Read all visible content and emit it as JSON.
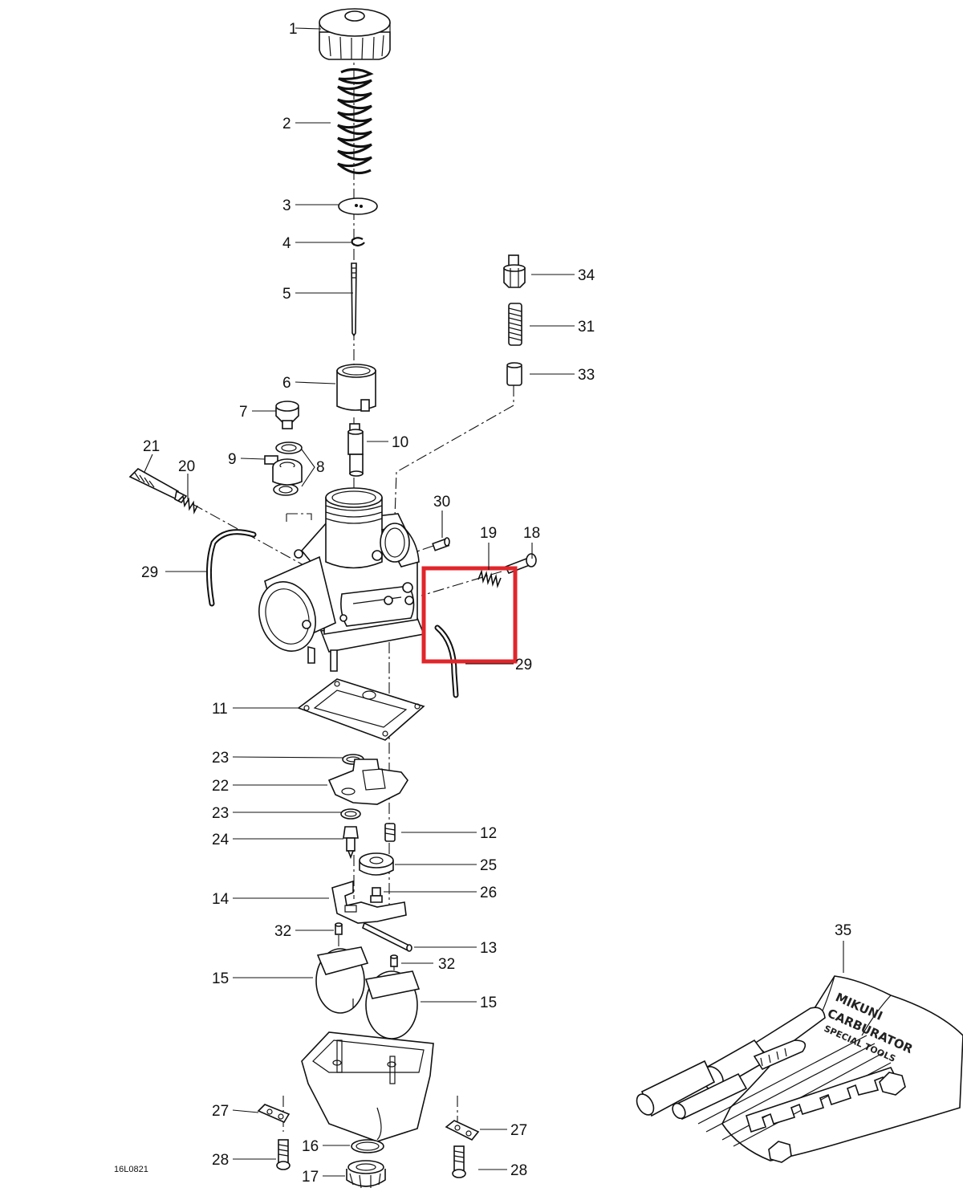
{
  "diagram": {
    "reference_code": "16L0821",
    "callouts": [
      "1",
      "2",
      "3",
      "4",
      "5",
      "6",
      "7",
      "8",
      "9",
      "10",
      "11",
      "12",
      "13",
      "14",
      "15",
      "16",
      "17",
      "18",
      "19",
      "20",
      "21",
      "22",
      "23",
      "24",
      "25",
      "26",
      "27",
      "28",
      "29",
      "30",
      "31",
      "32",
      "33",
      "34",
      "35"
    ],
    "kit_label": [
      "MIKUNI",
      "CARBURATOR",
      "SPECIAL TOOLS"
    ],
    "highlight_color": "#e0262b"
  }
}
